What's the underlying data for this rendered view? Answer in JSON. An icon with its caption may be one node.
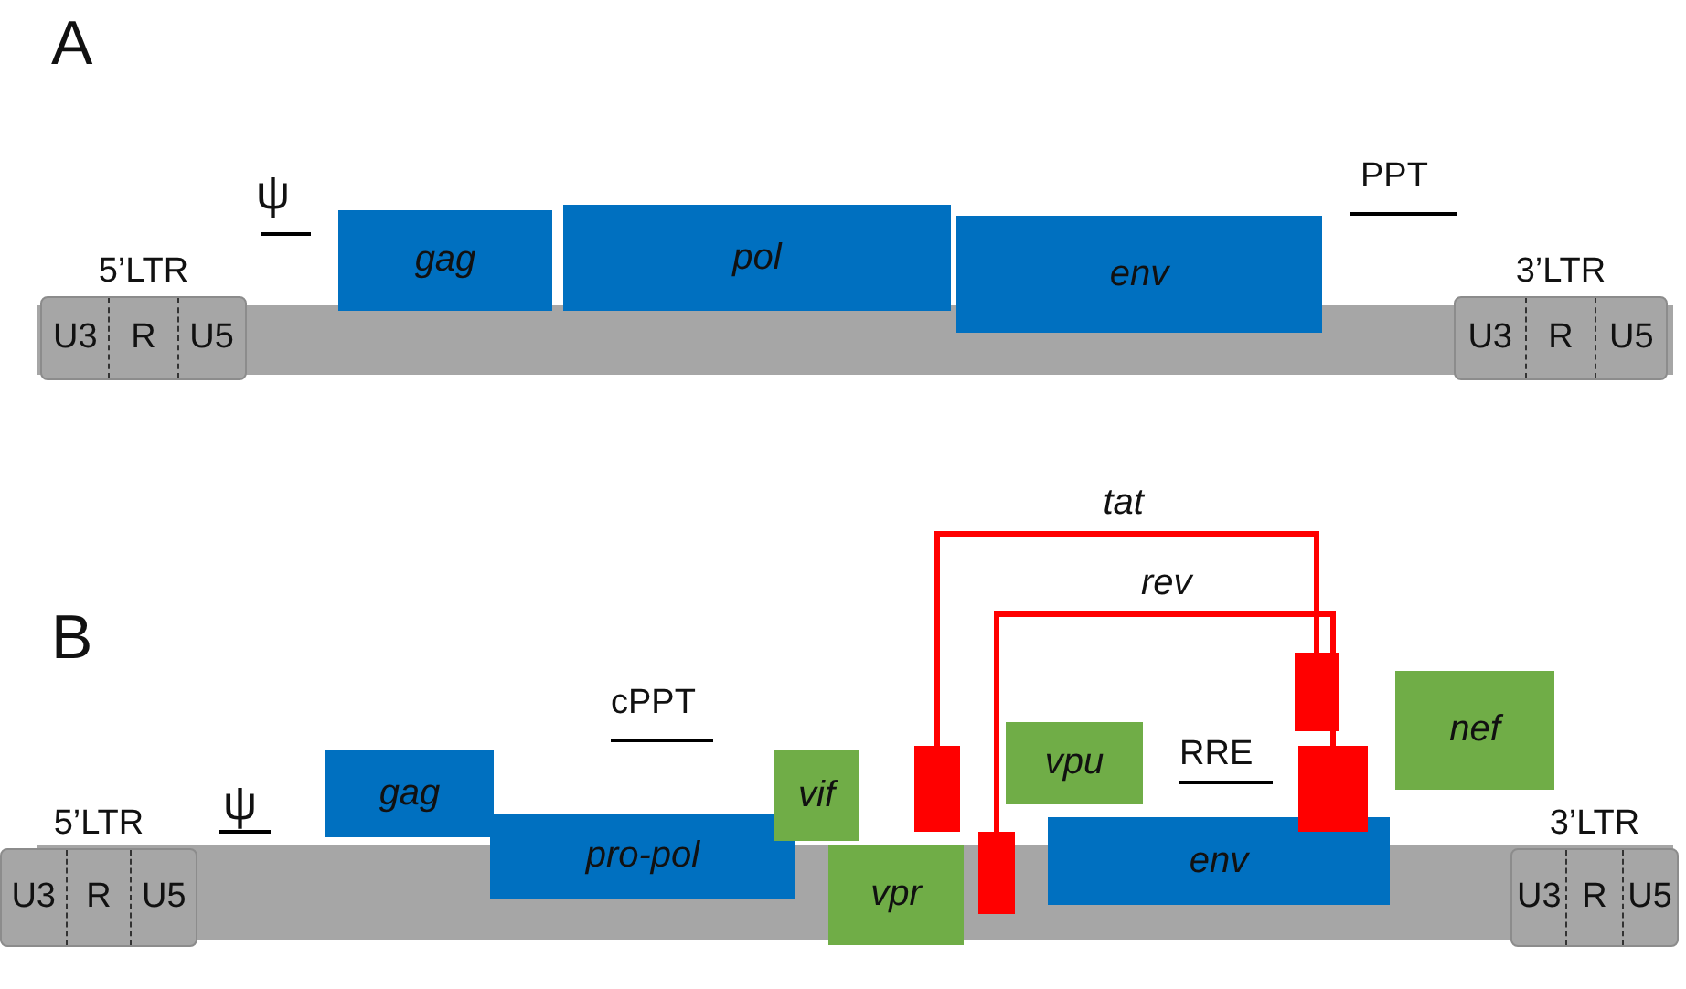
{
  "diagram": {
    "nodes": [
      {
        "text": [
          "5’LTR",
          "U3",
          "R",
          "U5"
        ]
      },
      {
        "text": [
          "gag"
        ]
      },
      {
        "text": [
          "pol"
        ]
      },
      {
        "text": [
          "env"
        ]
      },
      {
        "text": [
          "3’LTR",
          "U3",
          "R",
          "U5"
        ]
      },
      {
        "text": [
          "5’LTR",
          "U3",
          "R",
          "U5"
        ]
      },
      {
        "text": [
          "gag"
        ]
      },
      {
        "text": [
          "pro-pol"
        ]
      },
      {
        "text": [
          "vif"
        ]
      },
      {
        "text": [
          "vpr"
        ]
      },
      {
        "text": [],
        "shape": "box"
      },
      {
        "text": [],
        "shape": "box"
      },
      {
        "text": [
          "vpu"
        ]
      },
      {
        "text": [
          "env"
        ]
      },
      {
        "text": [],
        "shape": "box"
      },
      {
        "text": [],
        "shape": "box"
      },
      {
        "text": [
          "nef"
        ]
      },
      {
        "text": [
          "3’LTR",
          "U3",
          "R",
          "U5"
        ]
      }
    ],
    "edges": [
      {
        "from": 10,
        "to": 14,
        "arrow": "none",
        "label": "tat"
      },
      {
        "from": 11,
        "to": 15,
        "arrow": "none",
        "label": "rev"
      }
    ],
    "labels": [
      "A",
      "ψ",
      "PPT",
      "B",
      "ψ",
      "cPPT",
      "RRE"
    ]
  }
}
